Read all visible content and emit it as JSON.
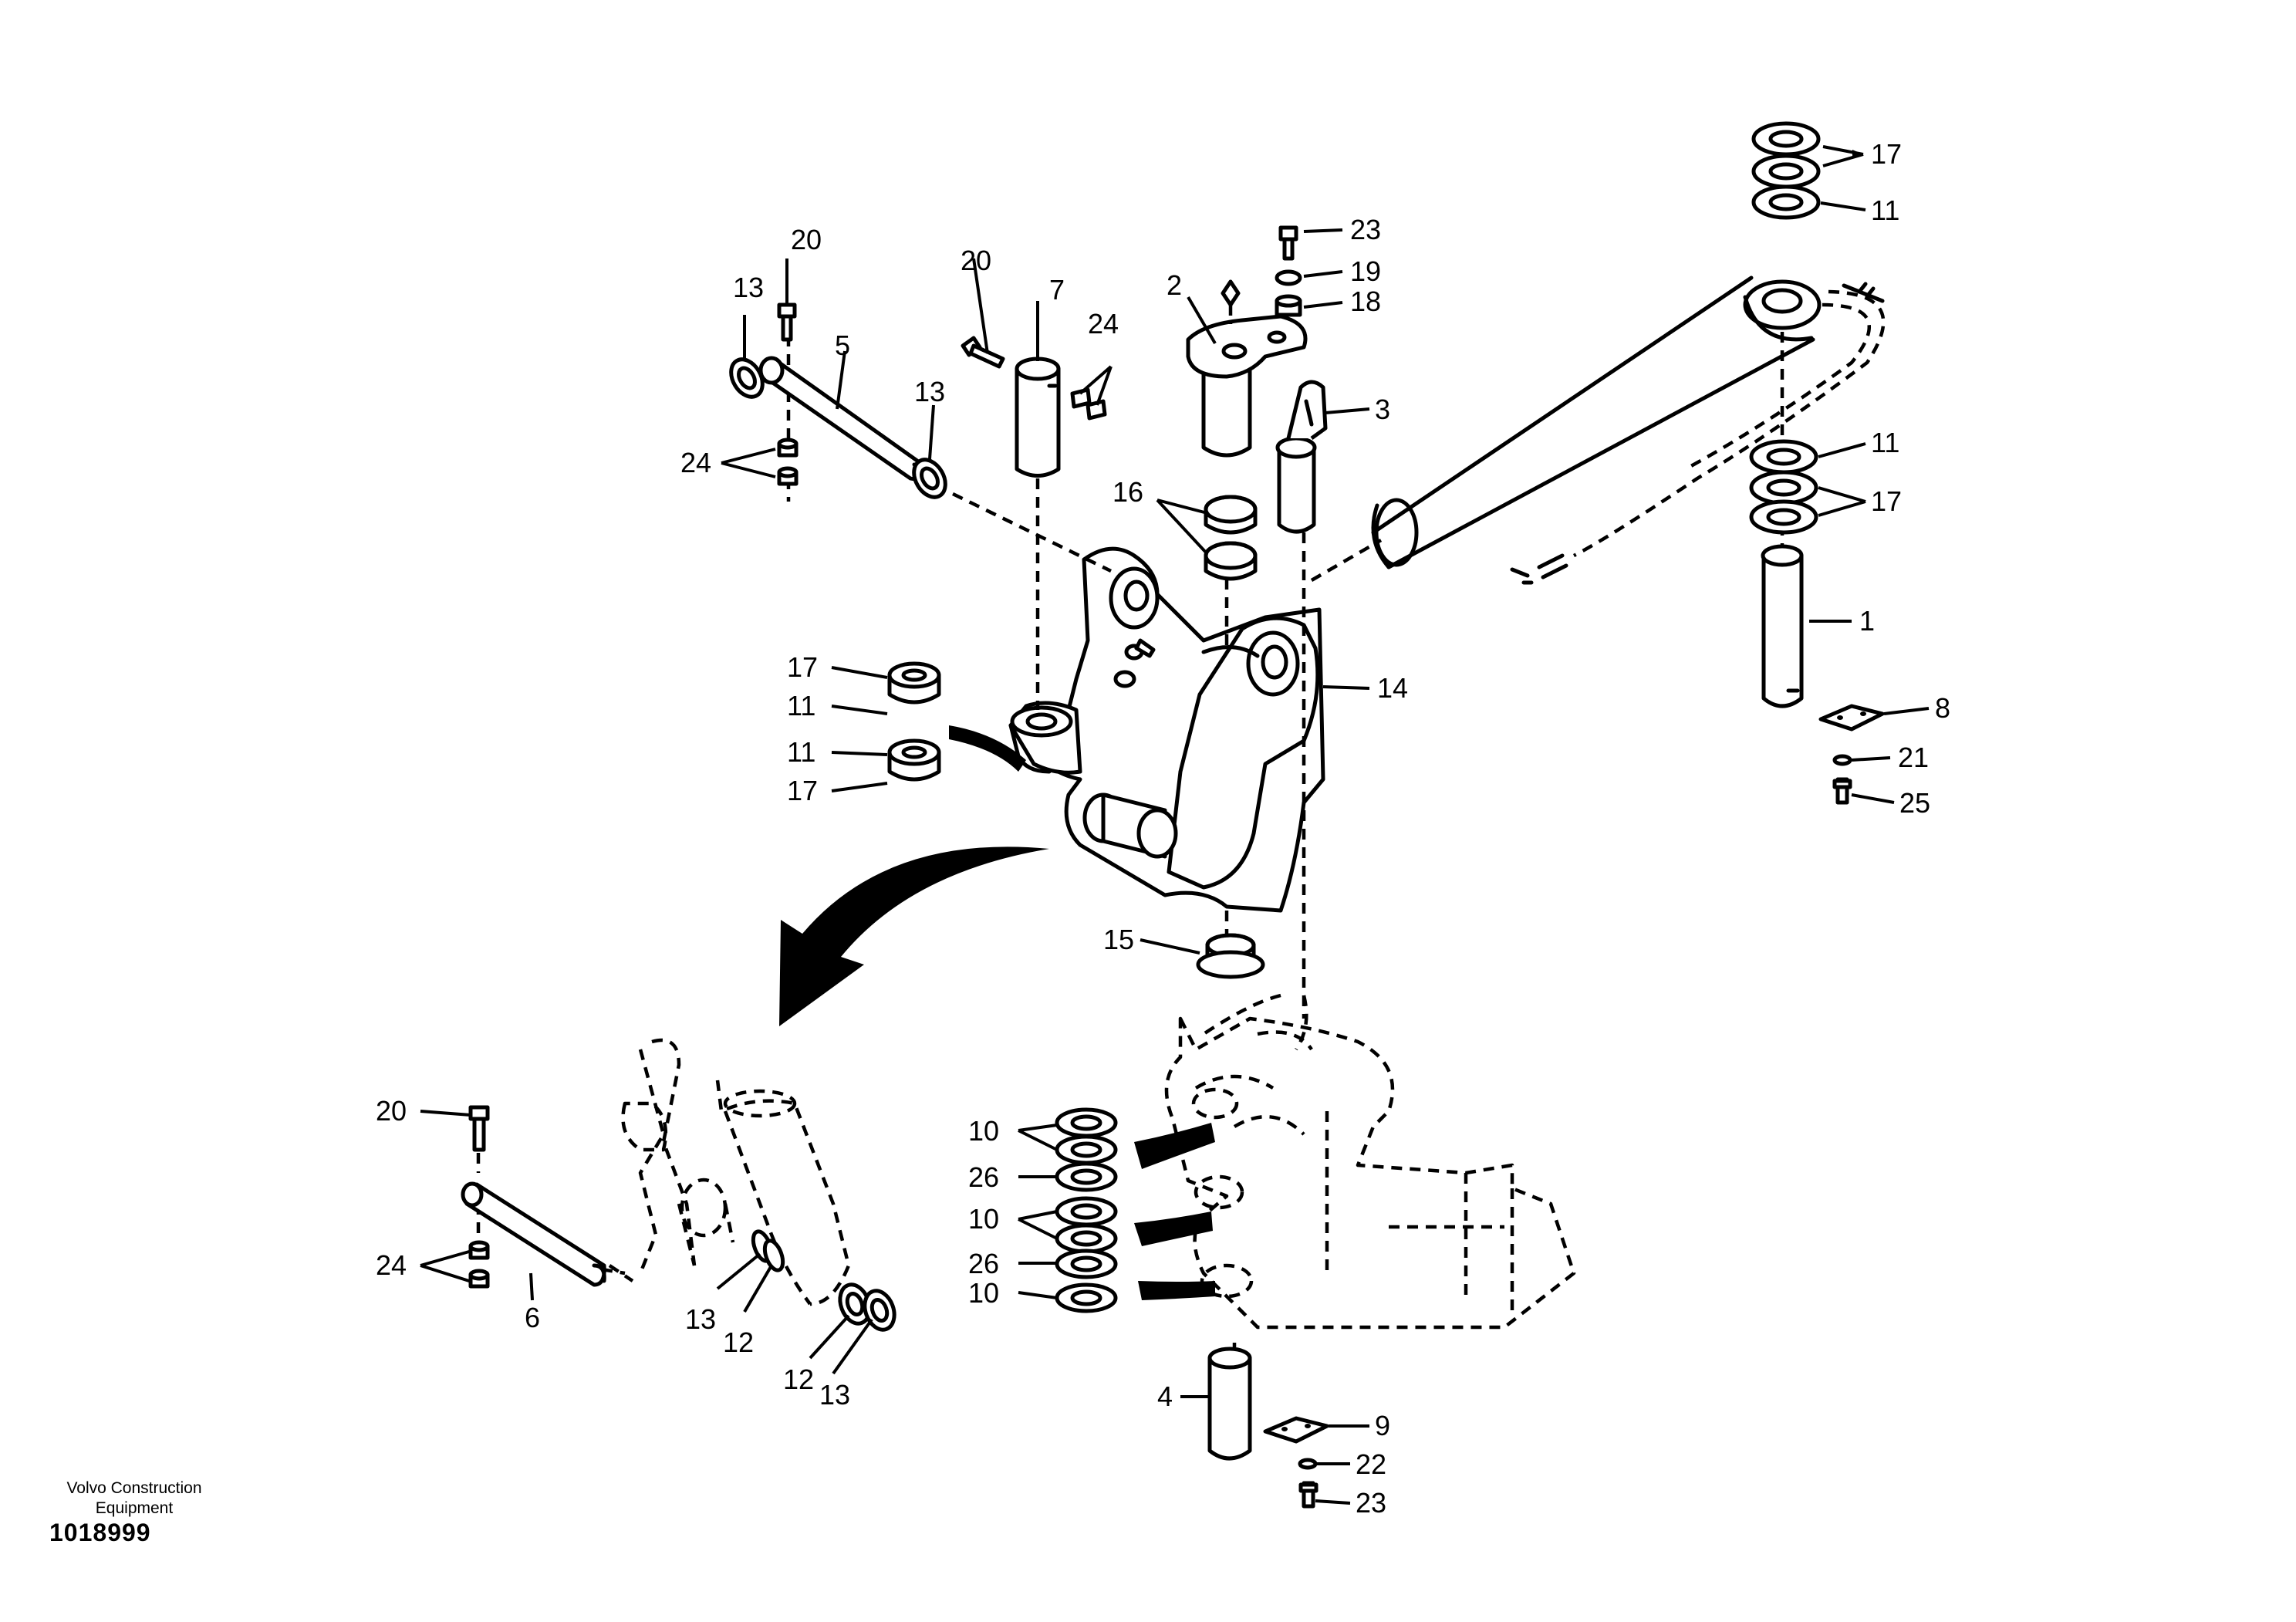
{
  "publisher_line1": "Volvo Construction",
  "publisher_line2": "Equipment",
  "document_number": "1018999",
  "callouts": [
    "1",
    "2",
    "3",
    "4",
    "5",
    "6",
    "7",
    "8",
    "9",
    "10",
    "11",
    "12",
    "13",
    "14",
    "15",
    "16",
    "17",
    "18",
    "19",
    "20",
    "21",
    "22",
    "23",
    "24",
    "25",
    "26"
  ]
}
